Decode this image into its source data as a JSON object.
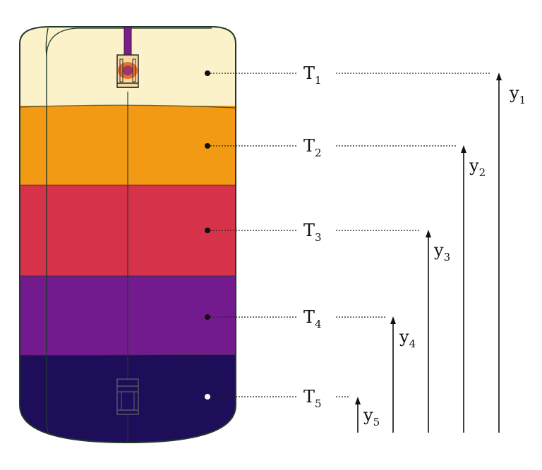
{
  "layers": [
    {
      "id": "layer-1",
      "color": "#fbf2c9",
      "label": "T",
      "sub": "1",
      "height_label": "y",
      "height_sub": "1"
    },
    {
      "id": "layer-2",
      "color": "#f39a14",
      "label": "T",
      "sub": "2",
      "height_label": "y",
      "height_sub": "2"
    },
    {
      "id": "layer-3",
      "color": "#d6324a",
      "label": "T",
      "sub": "3",
      "height_label": "y",
      "height_sub": "3"
    },
    {
      "id": "layer-4",
      "color": "#741a8f",
      "label": "T",
      "sub": "4",
      "height_label": "y",
      "height_sub": "4"
    },
    {
      "id": "layer-5",
      "color": "#1e0e5a",
      "label": "T",
      "sub": "5",
      "height_label": "y",
      "height_sub": "5"
    }
  ],
  "colors": {
    "outline": "#1f3a2a",
    "text": "#111111",
    "heater_hot": "#e85a1a",
    "rod": "#7a1f8a"
  }
}
